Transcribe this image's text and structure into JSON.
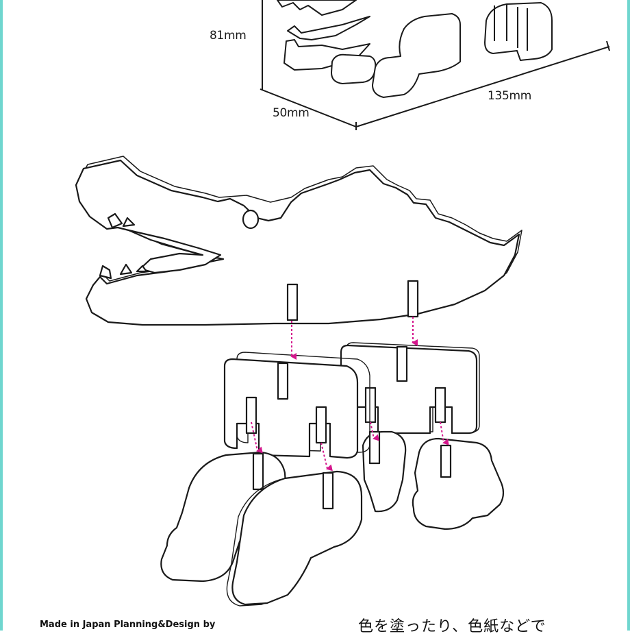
{
  "dimensions": {
    "height_label": "81mm",
    "depth_label": "50mm",
    "width_label": "135mm"
  },
  "footer": {
    "credit_text": "Made in Japan Planning&Design by",
    "caption_jp": "色を塗ったり、色紙などで"
  },
  "colors": {
    "frame": "#6fd6cf",
    "arrow": "#d4168c",
    "outline": "#1a1a1a"
  },
  "parts": [
    "crocodile-head-piece",
    "front-body-plate",
    "rear-body-plate",
    "front-left-leg",
    "front-right-leg",
    "rear-left-leg",
    "rear-right-leg"
  ]
}
